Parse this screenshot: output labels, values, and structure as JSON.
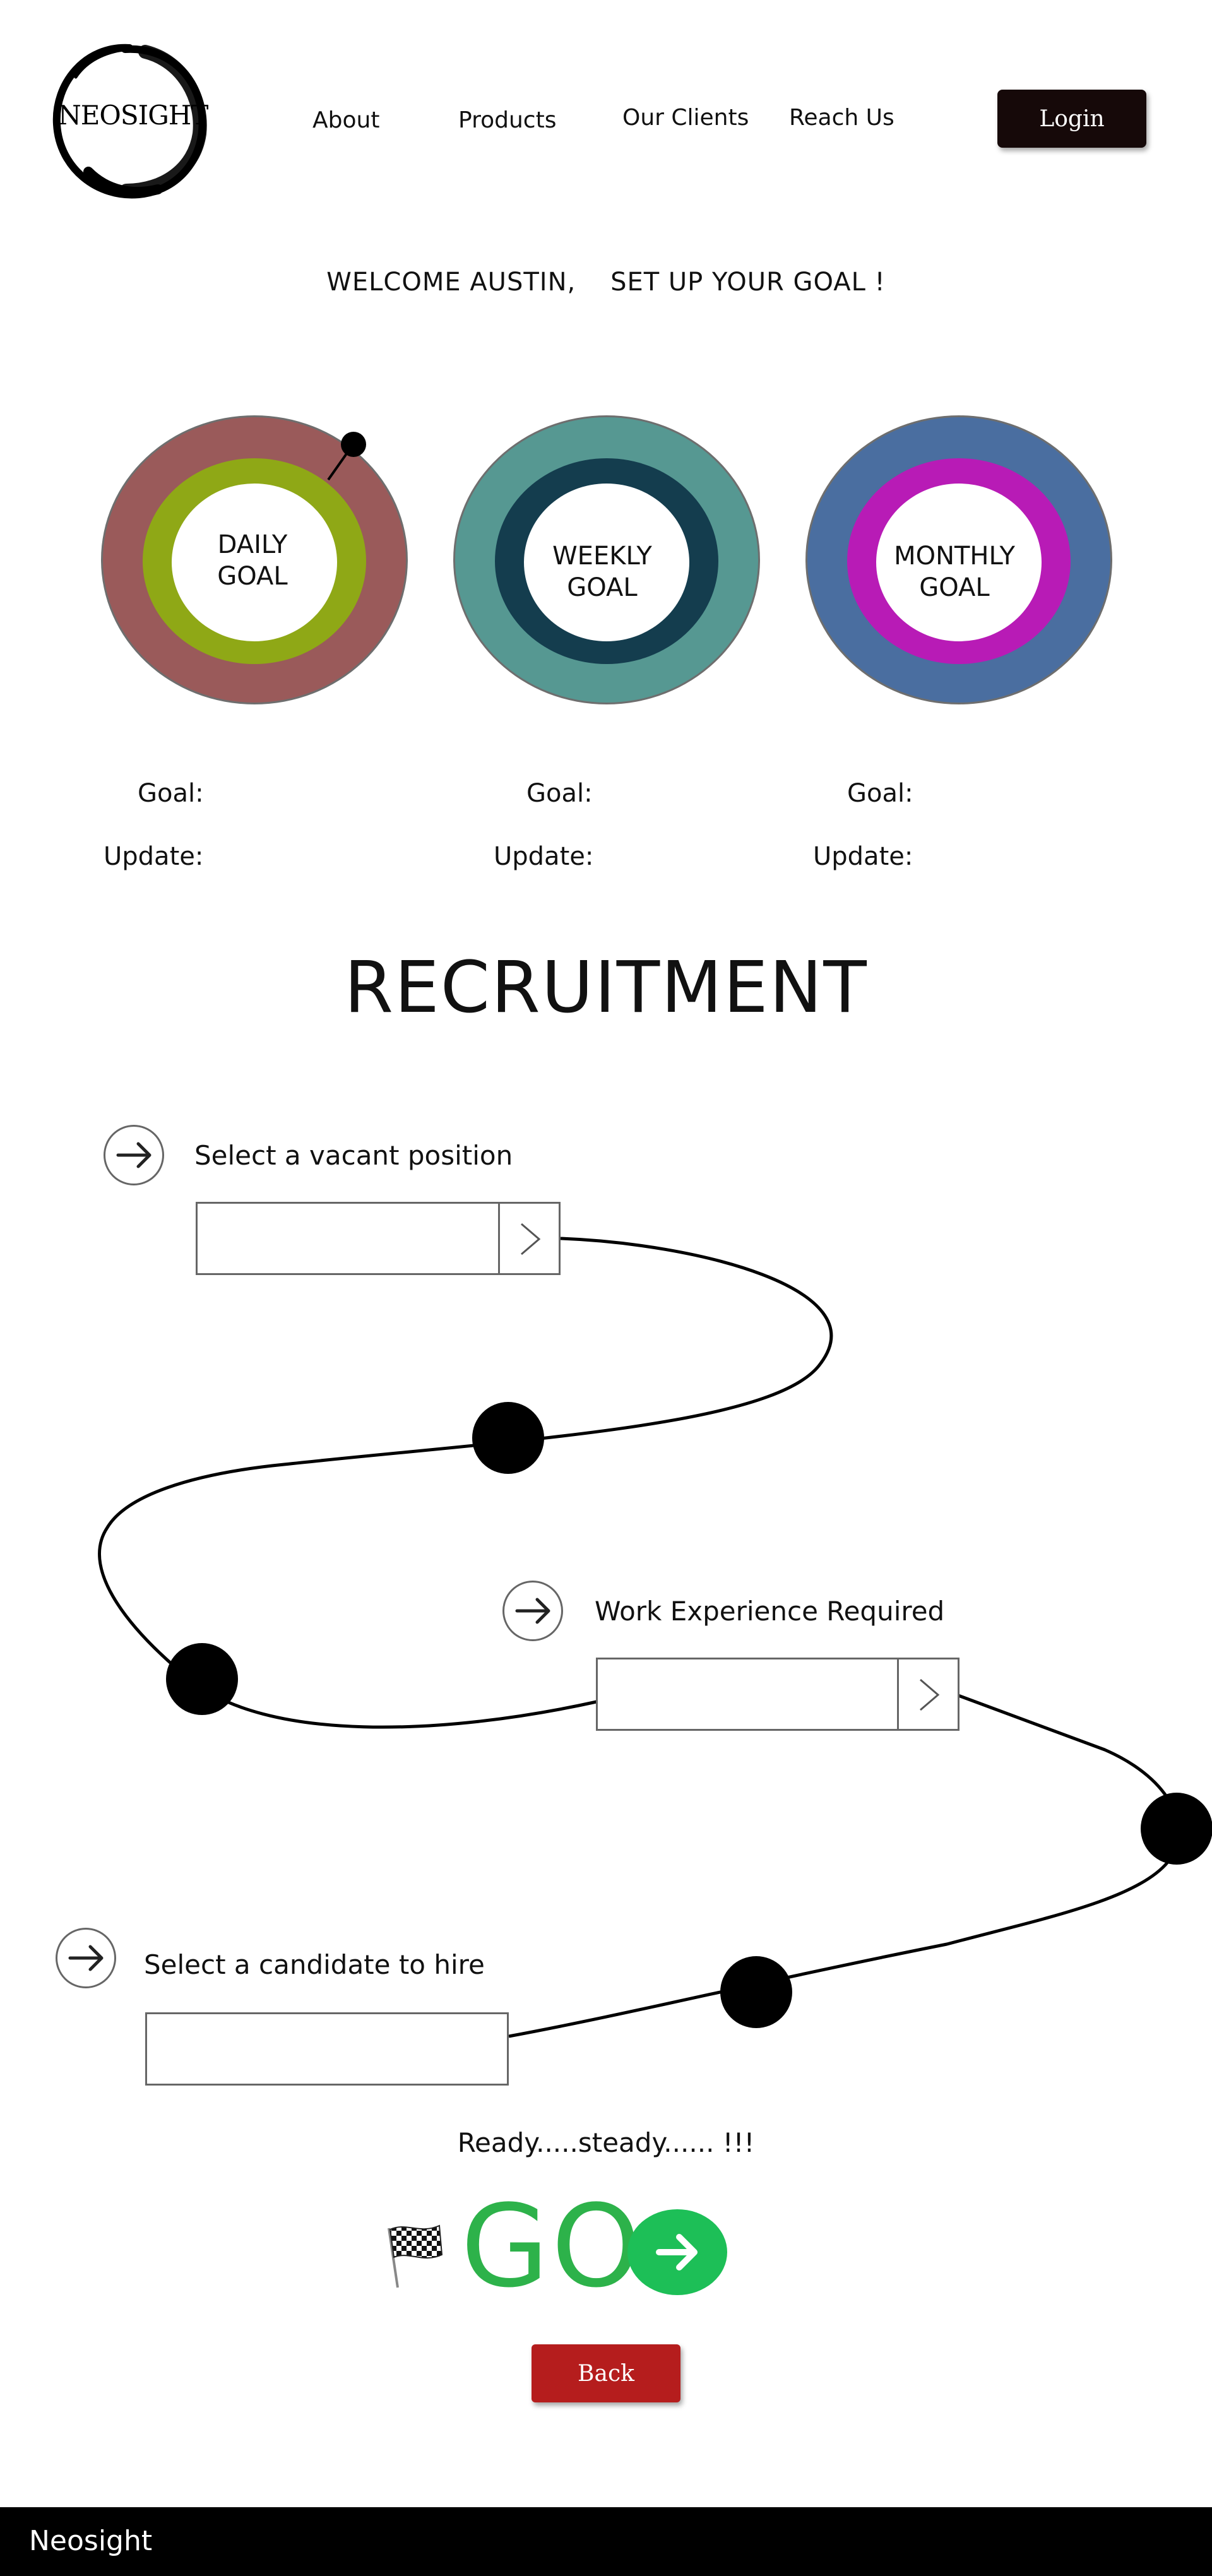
{
  "header": {
    "logo_text": "NEOSIGHT",
    "nav": [
      "About",
      "Products",
      "Our Clients",
      "Reach Us"
    ],
    "login_label": "Login"
  },
  "welcome": "WELCOME AUSTIN,    SET UP YOUR GOAL !",
  "goals": [
    {
      "line1": "DAILY",
      "line2": "GOAL",
      "outer_color": "#9a5a5a",
      "mid_color": "#8fa816",
      "goal_label": "Goal:",
      "update_label": "Update:"
    },
    {
      "line1": "WEEKLY",
      "line2": "GOAL",
      "outer_color": "#569892",
      "mid_color": "#143d4e",
      "goal_label": "Goal:",
      "update_label": "Update:"
    },
    {
      "line1": "MONTHLY",
      "line2": "GOAL",
      "outer_color": "#4a6ea0",
      "mid_color": "#b81bb6",
      "goal_label": "Goal:",
      "update_label": "Update:"
    }
  ],
  "recruitment": {
    "title": "RECRUITMENT",
    "steps": [
      {
        "label": "Select a vacant position",
        "value": ""
      },
      {
        "label": "Work Experience Required",
        "value": ""
      },
      {
        "label": "Select a candidate to hire",
        "value": ""
      }
    ]
  },
  "ready_text": "Ready.....steady...... !!!",
  "go_text": "GO",
  "back_label": "Back",
  "footer_text": "Neosight",
  "colors": {
    "go_green": "#2db24a",
    "go_button": "#1dbf57",
    "back_red": "#b51d1d",
    "login_dark": "#160909"
  }
}
